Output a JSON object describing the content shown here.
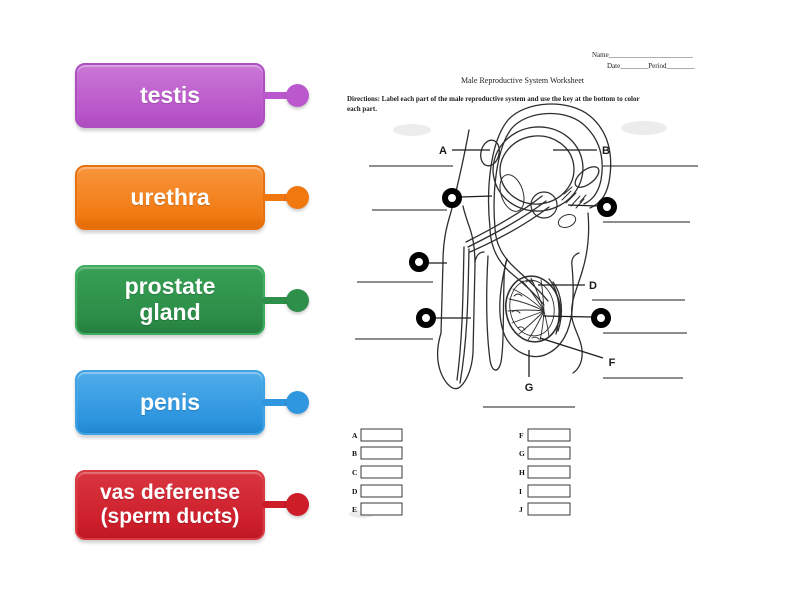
{
  "canvas": {
    "background": "#ffffff"
  },
  "labels": [
    {
      "text": "testis",
      "color": "#bb58cd"
    },
    {
      "text": "urethra",
      "color": "#f1770f"
    },
    {
      "text": "prostate gland",
      "color": "#2e8f4a"
    },
    {
      "text": "penis",
      "color": "#2f97e0"
    },
    {
      "text": "vas deferense (sperm ducts)",
      "color": "#cc1d29"
    }
  ],
  "worksheet": {
    "name_line": "Name________________________",
    "date_period_line": "Date________Period________",
    "title": "Male Reproductive System Worksheet",
    "directions_line1": "Directions: Label each part of the male reproductive system and use the key at the bottom to color",
    "directions_line2": "each part.",
    "diagram_letters": [
      "A",
      "B",
      "D",
      "F",
      "G"
    ],
    "answer_key": {
      "left_letters": [
        "A",
        "B",
        "C",
        "D",
        "E"
      ],
      "right_letters": [
        "F",
        "G",
        "H",
        "I",
        "J"
      ]
    }
  }
}
